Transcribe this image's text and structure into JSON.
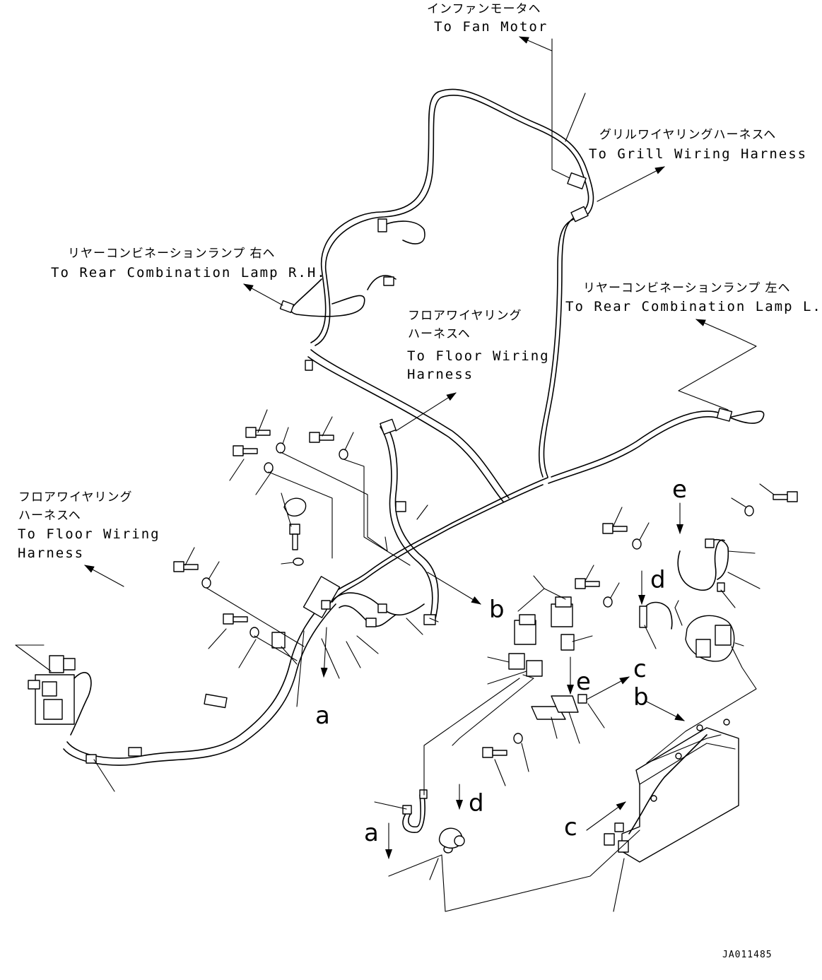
{
  "labels": {
    "fan_motor_jp": "インファンモータヘ",
    "fan_motor_en": "To Fan Motor",
    "grill_jp": "グリルワイヤリングハーネスヘ",
    "grill_en": "To Grill Wiring Harness",
    "rear_rh_jp": "リヤーコンビネーションランプ 右ヘ",
    "rear_rh_en": "To Rear Combination Lamp R.H.",
    "rear_lh_jp": "リヤーコンビネーションランプ 左ヘ",
    "rear_lh_en": "To Rear Combination Lamp L.H.",
    "floor_center_jp1": "フロアワイヤリング",
    "floor_center_jp2": "ハーネスヘ",
    "floor_center_en1": "To Floor Wiring",
    "floor_center_en2": "Harness",
    "floor_left_jp1": "フロアワイヤリング",
    "floor_left_jp2": "ハーネスヘ",
    "floor_left_en1": "To Floor Wiring",
    "floor_left_en2": "Harness"
  },
  "refs": {
    "a_top": "a",
    "a_bottom": "a",
    "b_mid": "b",
    "b_right": "b",
    "c_top": "c",
    "c_bottom": "c",
    "d_top": "d",
    "d_bottom": "d",
    "e_top": "e",
    "e_mid": "e"
  },
  "drawing_code": "JA011485"
}
